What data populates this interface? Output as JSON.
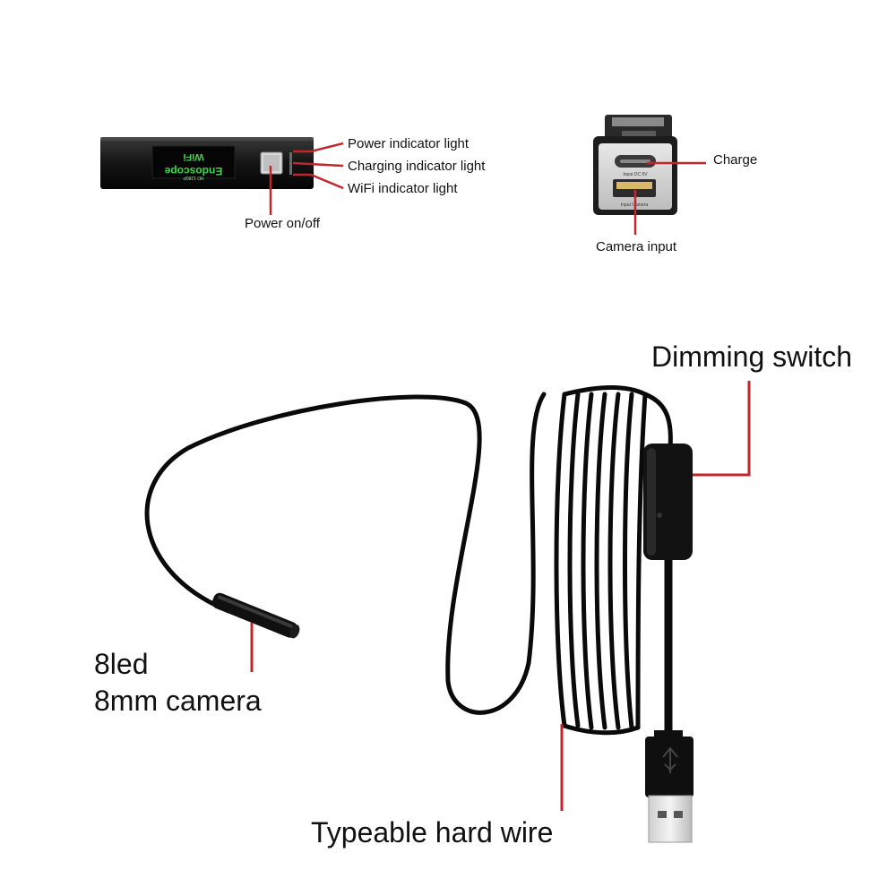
{
  "device_labels": {
    "oled_text": "Endoscope",
    "model_text": "HD 1280P",
    "wifi_text": "WiFi",
    "power_indicator": "Power indicator light",
    "charging_indicator": "Charging indicator light",
    "wifi_indicator": "WiFi indicator light",
    "power_button": "Power on/off",
    "charge": "Charge",
    "port_usbc_label": "Input DC 5V",
    "port_usba_label": "Input Camera",
    "camera_input": "Camera input"
  },
  "cable_labels": {
    "dimming_switch": "Dimming switch",
    "camera_line1": "8led",
    "camera_line2": "8mm camera",
    "hard_wire": "Typeable hard wire"
  },
  "colors": {
    "pointer": "#c0272d",
    "device_body": "#141414",
    "cable": "#0a0a0a",
    "oled_green": "#3fd64a"
  }
}
